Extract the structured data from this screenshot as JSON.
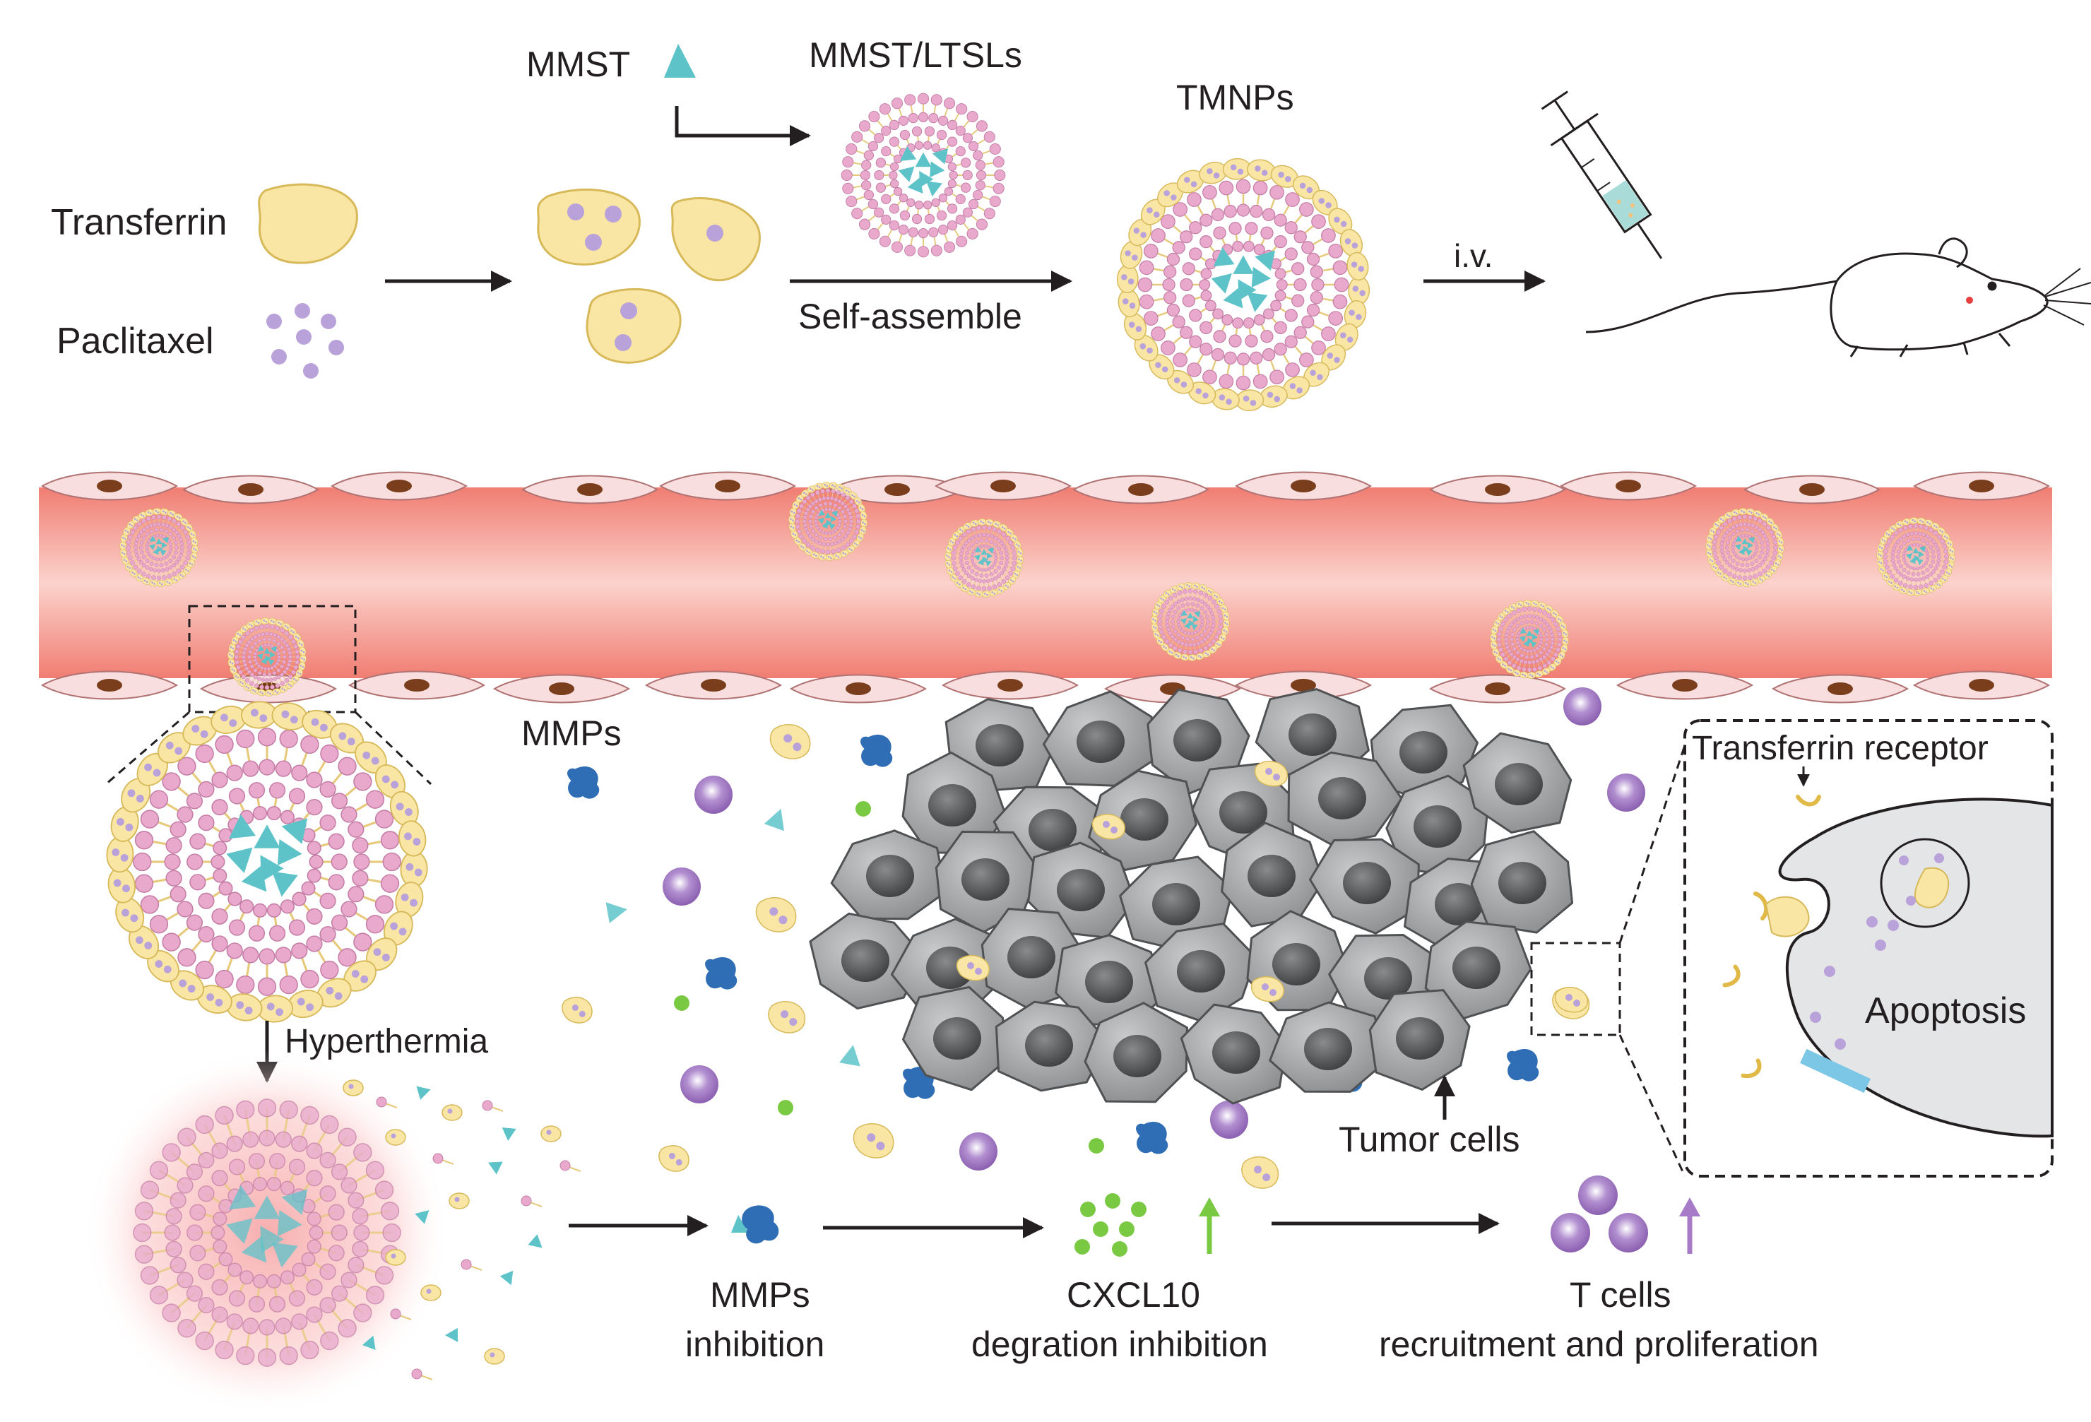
{
  "labels": {
    "mmst": "MMST",
    "mmst_ltsls": "MMST/LTSLs",
    "transferrin": "Transferrin",
    "paclitaxel": "Paclitaxel",
    "self_assemble": "Self-assemble",
    "tmnps": "TMNPs",
    "iv": "i.v.",
    "mmps": "MMPs",
    "hyperthermia": "Hyperthermia",
    "tumor_cells": "Tumor cells",
    "transferrin_receptor": "Transferrin receptor",
    "apoptosis": "Apoptosis",
    "mmps_inhibition_1": "MMPs",
    "mmps_inhibition_2": "inhibition",
    "cxcl10_1": "CXCL10",
    "cxcl10_2": "degration inhibition",
    "tcells_1": "T cells",
    "tcells_2": "recruitment and proliferation"
  },
  "colors": {
    "vessel": "#f29a8f",
    "vessel_light": "#fbd3cc",
    "endothelial_cell": "#f8dede",
    "nucleus_brown": "#7a3e1c",
    "transferrin": "#f9e6a4",
    "paclitaxel": "#b9a2d9",
    "mmst": "#5dc3c9",
    "lipid_head": "#e8a9cc",
    "tumor_cell": "#a7a8aa",
    "tumor_nucleus": "#5e5f61",
    "t_cell": "#a77bc7",
    "cxcl10": "#7ac943",
    "mmp": "#2f6db5",
    "arrow": "#231f20"
  }
}
